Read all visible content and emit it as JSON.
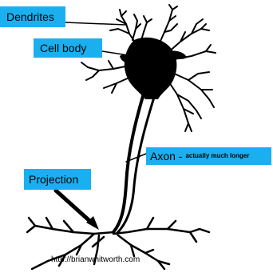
{
  "labels": {
    "dendrites": "Dendrites",
    "cell_body": "Cell body",
    "axon": "Axon -",
    "axon_note": "actually much longer",
    "projection": "Projection"
  },
  "credit": "http://brianwhitworth.com",
  "colors": {
    "label_background": "#1ab0f0",
    "ink": "#000000",
    "background": "#ffffff"
  }
}
